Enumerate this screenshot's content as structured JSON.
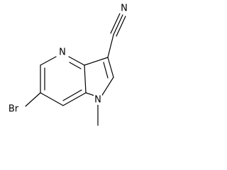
{
  "molecule": {
    "atoms": {
      "nitrile_n": "N",
      "pyridine_n": "N",
      "pyrrole_n": "N",
      "bromine": "Br",
      "methyl": ""
    },
    "colors": {
      "bond": "#000000",
      "label": "#000000",
      "background": "#ffffff"
    }
  }
}
